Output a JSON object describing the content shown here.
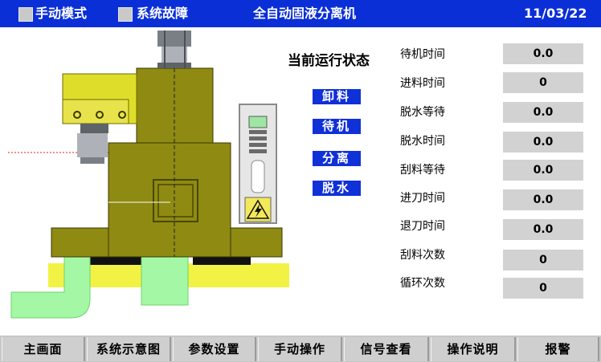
{
  "header": {
    "manual_mode_label": "手动模式",
    "system_fault_label": "系统故障",
    "title": "全自动固液分离机",
    "date": "11/03/22"
  },
  "status": {
    "title": "当前运行状态",
    "states": [
      "卸料",
      "待机",
      "分离",
      "脱水"
    ]
  },
  "params": [
    {
      "label": "待机时间",
      "value": "0.0"
    },
    {
      "label": "进料时间",
      "value": "0"
    },
    {
      "label": "脱水等待",
      "value": "0.0"
    },
    {
      "label": "脱水时间",
      "value": "0.0"
    },
    {
      "label": "刮料等待",
      "value": "0.0"
    },
    {
      "label": "进刀时间",
      "value": "0.0"
    },
    {
      "label": "退刀时间",
      "value": "0.0"
    },
    {
      "label": "刮料次数",
      "value": "0"
    },
    {
      "label": "循环次数",
      "value": "0"
    }
  ],
  "nav": [
    "主画面",
    "系统示意图",
    "参数设置",
    "手动操作",
    "信号查看",
    "操作说明",
    "报警"
  ],
  "colors": {
    "header_bg": "#0b2fd6",
    "machine_body": "#8f8a12",
    "machine_top": "#dede2a",
    "pipe": "#a4f7a4",
    "state_button": "#1030d8"
  }
}
